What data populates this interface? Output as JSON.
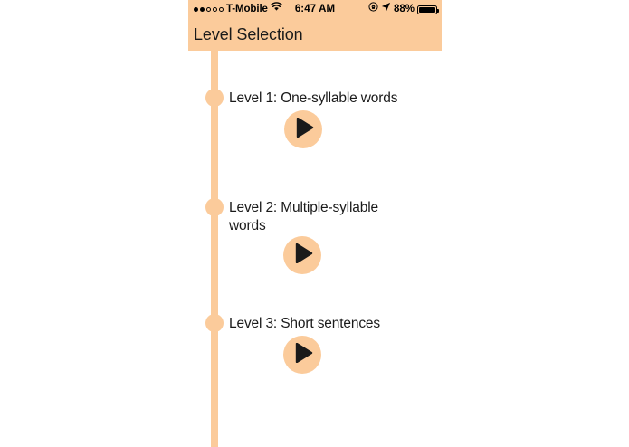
{
  "status_bar": {
    "signal_dots_filled": 2,
    "signal_dots_empty": 3,
    "carrier": "T-Mobile",
    "wifi_icon": "wifi-icon",
    "time": "6:47 AM",
    "rotation_lock_icon": "rotation-lock-icon",
    "location_icon": "location-arrow-icon",
    "battery_percent": "88%",
    "battery_icon": "battery-icon"
  },
  "nav": {
    "title": "Level Selection"
  },
  "accent_color": "#fbcb9b",
  "text_color": "#1a1a1a",
  "background_color": "#ffffff",
  "levels": [
    {
      "label": "Level 1: One-syllable words",
      "play_icon": "play-icon",
      "node_icon": "timeline-node-icon"
    },
    {
      "label": "Level 2: Multiple-syllable words",
      "play_icon": "play-icon",
      "node_icon": "timeline-node-icon"
    },
    {
      "label": "Level 3: Short sentences",
      "play_icon": "play-icon",
      "node_icon": "timeline-node-icon"
    }
  ]
}
